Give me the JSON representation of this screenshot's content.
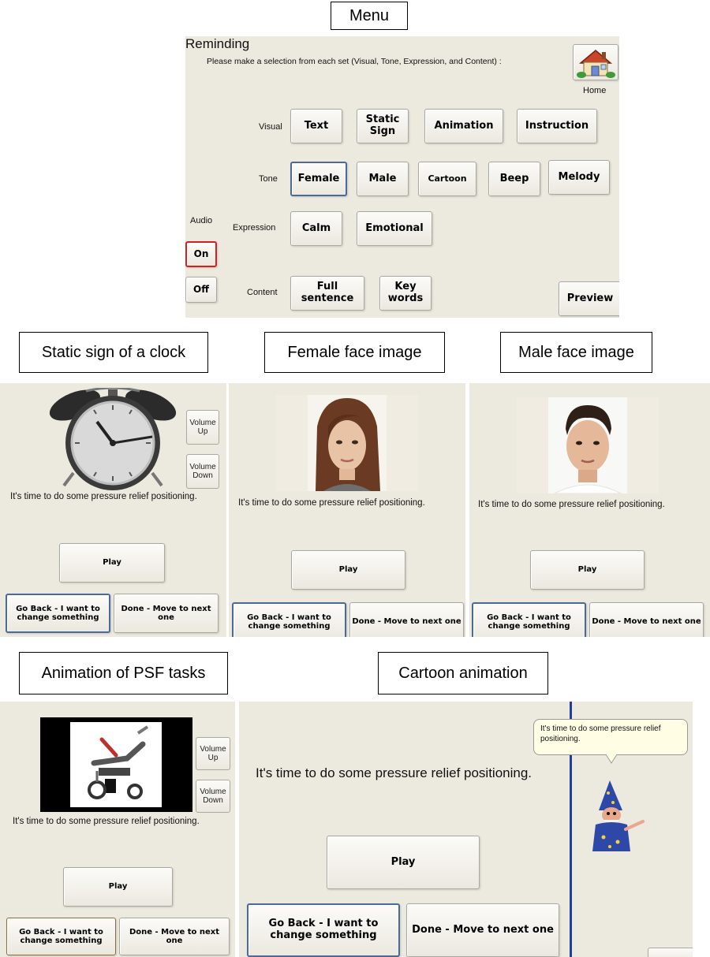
{
  "captions": {
    "menu": "Menu",
    "clock": "Static sign of a clock",
    "female": "Female face image",
    "male": "Male face image",
    "animation": "Animation of PSF tasks",
    "cartoon": "Cartoon animation"
  },
  "menu_panel": {
    "title": "Reminding",
    "instruction": "Please make a selection from each set (Visual, Tone, Expression, and Content) :",
    "home_label": "Home",
    "rows": {
      "visual": {
        "label": "Visual",
        "options": [
          "Text",
          "Static Sign",
          "Animation",
          "Instruction"
        ]
      },
      "tone": {
        "label": "Tone",
        "options": [
          "Female",
          "Male",
          "Cartoon",
          "Beep",
          "Melody"
        ]
      },
      "expression": {
        "label": "Expression",
        "options": [
          "Calm",
          "Emotional"
        ]
      },
      "content": {
        "label": "Content",
        "options": [
          "Full sentence",
          "Key words"
        ]
      }
    },
    "audio": {
      "label": "Audio",
      "on": "On",
      "off": "Off",
      "selected": "On"
    },
    "selected_tone": "Female",
    "preview": "Preview"
  },
  "screens": {
    "message": "It's time to do some pressure relief positioning.",
    "play": "Play",
    "go_back": "Go Back - I want to change something",
    "done": "Done - Move to next one",
    "volume_up": "Volume Up",
    "volume_down": "Volume Down"
  },
  "colors": {
    "panel_bg": "#ece9de",
    "selected_border": "#4a6a9c",
    "audio_on_border": "#d62020",
    "divider": "#1f3fa0"
  },
  "icons": {
    "home": "house-icon",
    "clock": "alarm-clock-icon",
    "female": "female-face-photo",
    "male": "male-face-photo",
    "animation": "wheelchair-tilt-animation",
    "cartoon": "wizard-character"
  }
}
